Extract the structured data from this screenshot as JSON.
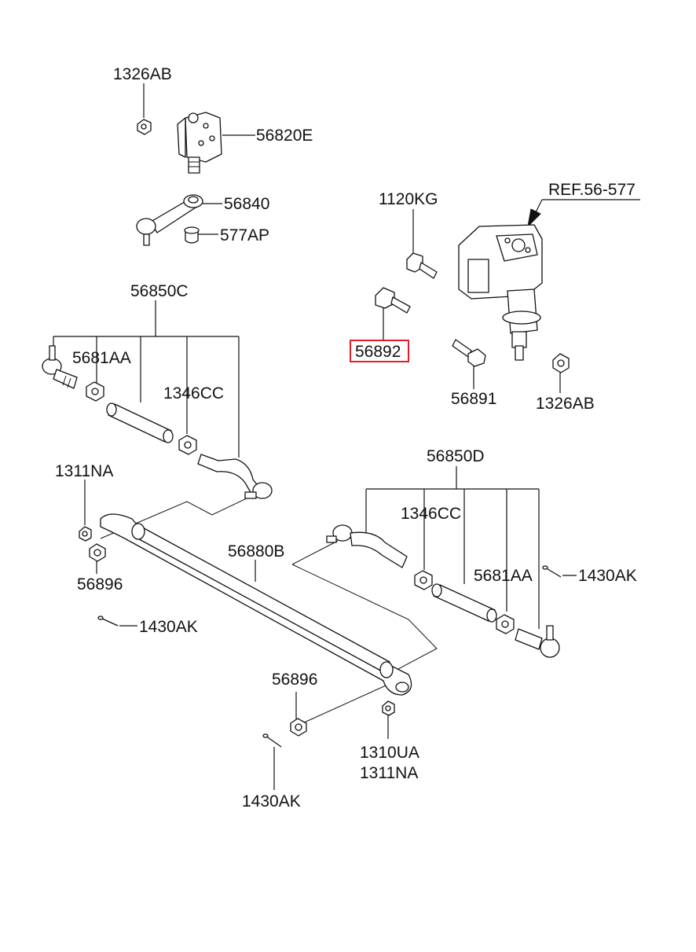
{
  "labels": {
    "l_1326AB_top": "1326AB",
    "l_56820E": "56820E",
    "l_56840": "56840",
    "l_577AP": "577AP",
    "l_1120KG": "1120KG",
    "l_REF": "REF.56-577",
    "l_56850C": "56850C",
    "l_5681AA_left": "5681AA",
    "l_1346CC_left": "1346CC",
    "l_56892": "56892",
    "l_56891": "56891",
    "l_1326AB_right": "1326AB",
    "l_1311NA_left": "1311NA",
    "l_56850D": "56850D",
    "l_1346CC_right": "1346CC",
    "l_56896_left": "56896",
    "l_56880B": "56880B",
    "l_5681AA_right": "5681AA",
    "l_1430AK_right": "1430AK",
    "l_1430AK_left": "1430AK",
    "l_56896_bottom": "56896",
    "l_1310UA": "1310UA",
    "l_1311NA_bottom": "1311NA",
    "l_1430AK_bottom": "1430AK"
  },
  "highlight_color": "#e11d2a"
}
